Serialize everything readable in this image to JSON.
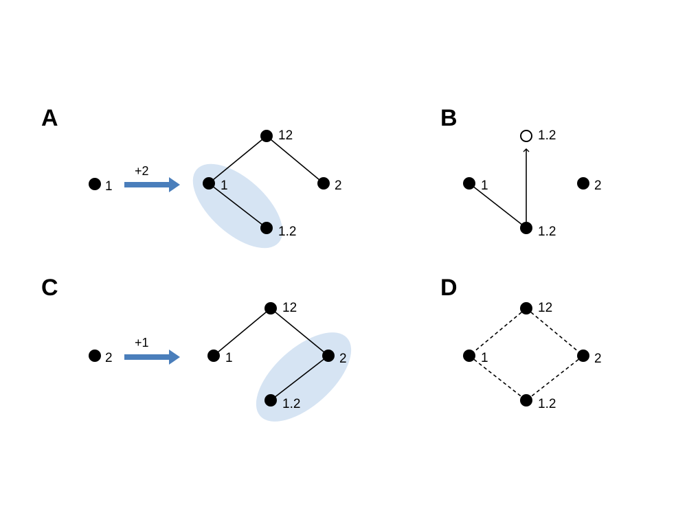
{
  "panels": {
    "A": {
      "letter": "A",
      "start_label": "1",
      "operation": "+2",
      "labels": {
        "n12": "12",
        "n1": "1",
        "n2": "2",
        "n1_2": "1.2"
      }
    },
    "B": {
      "letter": "B",
      "labels": {
        "n1_2_open": "1.2",
        "n1": "1",
        "n2": "2",
        "n1_2": "1.2"
      }
    },
    "C": {
      "letter": "C",
      "start_label": "2",
      "operation": "+1",
      "labels": {
        "n12": "12",
        "n1": "1",
        "n2": "2",
        "n1_2": "1.2"
      }
    },
    "D": {
      "letter": "D",
      "labels": {
        "n12": "12",
        "n1": "1",
        "n2": "2",
        "n1_2": "1.2"
      }
    }
  },
  "colors": {
    "highlight": "#d6e4f3",
    "arrow": "#4a7ebb"
  }
}
